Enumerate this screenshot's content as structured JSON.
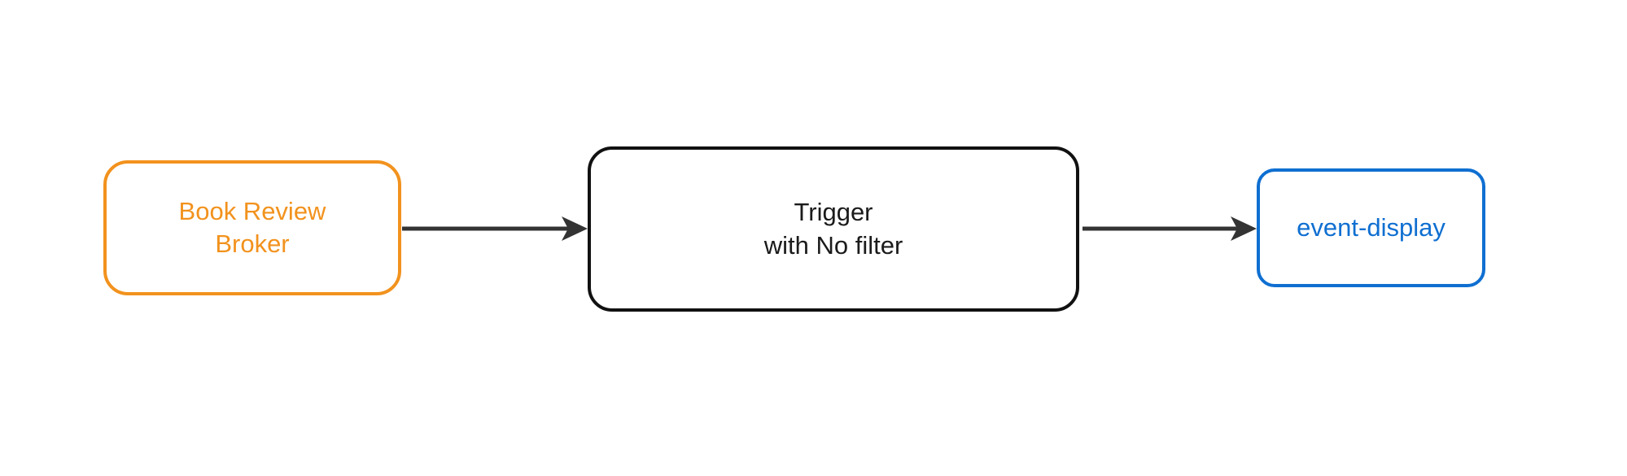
{
  "diagram": {
    "type": "flow",
    "orientation": "left-to-right",
    "background_color": "#ffffff",
    "nodes": [
      {
        "id": "source",
        "label": "Book Review\nBroker",
        "label_lines": [
          "Book Review",
          "Broker"
        ],
        "shape": "rounded-rectangle",
        "border_color": "#F2921D",
        "text_color": "#F2921D",
        "fill_color": "#ffffff"
      },
      {
        "id": "trigger",
        "label": "Trigger\nwith No filter",
        "label_lines": [
          "Trigger",
          "with No filter"
        ],
        "shape": "rounded-rectangle",
        "border_color": "#111111",
        "text_color": "#1b1b1b",
        "fill_color": "#ffffff"
      },
      {
        "id": "sink",
        "label": "event-display",
        "label_lines": [
          "event-display"
        ],
        "shape": "rounded-rectangle",
        "border_color": "#0F6FD1",
        "text_color": "#0F6FD1",
        "fill_color": "#ffffff"
      }
    ],
    "edges": [
      {
        "id": "edge-source-trigger",
        "from": "source",
        "to": "trigger",
        "label": "",
        "color": "#333333",
        "arrowhead": "barbed"
      },
      {
        "id": "edge-trigger-sink",
        "from": "trigger",
        "to": "sink",
        "label": "",
        "color": "#333333",
        "arrowhead": "barbed"
      }
    ]
  }
}
